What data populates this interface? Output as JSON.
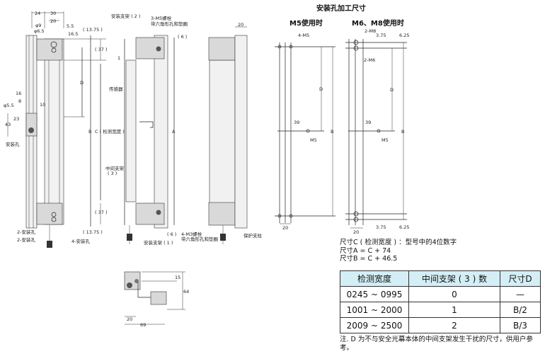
{
  "front_view": {
    "dims": {
      "d24": "24",
      "d30": "30",
      "d20": "20",
      "phi9": "φ9",
      "phi6_5": "φ6.5",
      "d5_5": "5.5",
      "d16_5": "16.5",
      "d13_75_top": "( 13.75 )",
      "d37_top": "( 37 )",
      "D": "D",
      "d16": "16",
      "d8": "8",
      "phi5_5": "φ5.5",
      "d10": "10",
      "d23": "23",
      "d43": "43",
      "B": "B",
      "C": "C ( 检测宽度 )",
      "d37_bot": "( 37 )",
      "d13_75_bot": "( 13.75 )"
    },
    "labels": {
      "mount_hole": "安装孔",
      "two_hole_a": "2-安装孔",
      "two_hole_b": "2-安装孔",
      "four_hole": "4-安装孔"
    }
  },
  "side_view": {
    "labels": {
      "bracket2": "安装支架 ( 2 )",
      "bolt3": "3-M5螺栓",
      "bolt3_sub": "带六角形孔和垫圈",
      "one": "1",
      "sensor": "传感器",
      "mid_bracket": "中间支架",
      "mid_bracket_num": "( 3 )",
      "A": "A",
      "six_top": "( 6 )",
      "six_bot": "( 6 )",
      "bracket1": "安装支架 ( 1 )"
    }
  },
  "back_view": {
    "labels": {
      "d20": "20",
      "bolt4": "4-M3螺栓",
      "bolt4_sub": "带六角形孔和垫圈",
      "guard": "保护支柱"
    }
  },
  "bracket_detail": {
    "d15": "15",
    "d64": "64",
    "d20": "20",
    "d69": "69"
  },
  "hole_section": {
    "title": "安装孔加工尺寸",
    "m5": {
      "title": "M5使用时",
      "four_m5": "4-M5",
      "D": "D",
      "d39": "39",
      "m5": "M5",
      "B": "B",
      "d20": "20"
    },
    "m68": {
      "title": "M6、M8使用时",
      "two_m8": "2-M8",
      "d3_75_top": "3.75",
      "d6_25_top": "6.25",
      "two_m6": "2-M6",
      "D": "D",
      "d39": "39",
      "m5": "M5",
      "B": "B",
      "d3_75_bot": "3.75",
      "d6_25_bot": "6.25",
      "d20": "20"
    }
  },
  "formulas": [
    "尺寸C ( 检测宽度 ) ：型号中的4位数字",
    "尺寸A = C + 74",
    "尺寸B = C + 46.5"
  ],
  "table": {
    "headers": [
      "检测宽度",
      "中间支架 ( 3 ) 数",
      "尺寸D"
    ],
    "rows": [
      [
        "0245 ~ 0995",
        "0",
        "—"
      ],
      [
        "1001 ~ 2000",
        "1",
        "B/2"
      ],
      [
        "2009 ~ 2500",
        "2",
        "B/3"
      ]
    ]
  },
  "note": "注. D 为不与安全光幕本体的中间支架发生干扰的尺寸，供用户参考。",
  "colors": {
    "header_bg": "#d4eef6",
    "bracket_gray": "#d9d9d9"
  }
}
